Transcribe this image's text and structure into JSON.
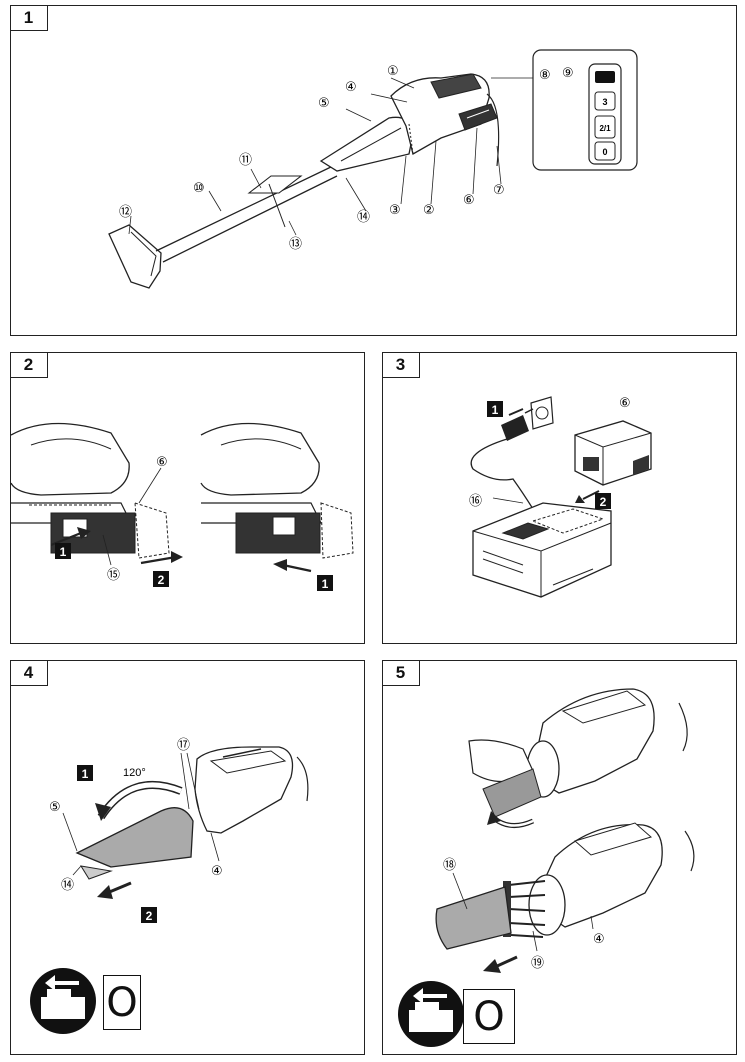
{
  "panels": [
    {
      "number": "1"
    },
    {
      "number": "2"
    },
    {
      "number": "3"
    },
    {
      "number": "4"
    },
    {
      "number": "5"
    }
  ],
  "callouts": {
    "n1": "①",
    "n2": "②",
    "n3": "③",
    "n4": "④",
    "n5": "⑤",
    "n6": "⑥",
    "n7": "⑦",
    "n8": "⑧",
    "n9": "⑨",
    "n10": "⑩",
    "n11": "⑪",
    "n12": "⑫",
    "n13": "⑬",
    "n14": "⑭",
    "n15": "⑮",
    "n16": "⑯",
    "n17": "⑰",
    "n18": "⑱",
    "n19": "⑲"
  },
  "step_markers": {
    "one": "1",
    "two": "2"
  },
  "switch_positions": [
    "3",
    "2/1",
    "0"
  ],
  "angle_label": "120°",
  "switch_zero": "O",
  "icon_names": [
    "eject-tool-icon",
    "arrow-icon",
    "charger-plug-icon"
  ]
}
